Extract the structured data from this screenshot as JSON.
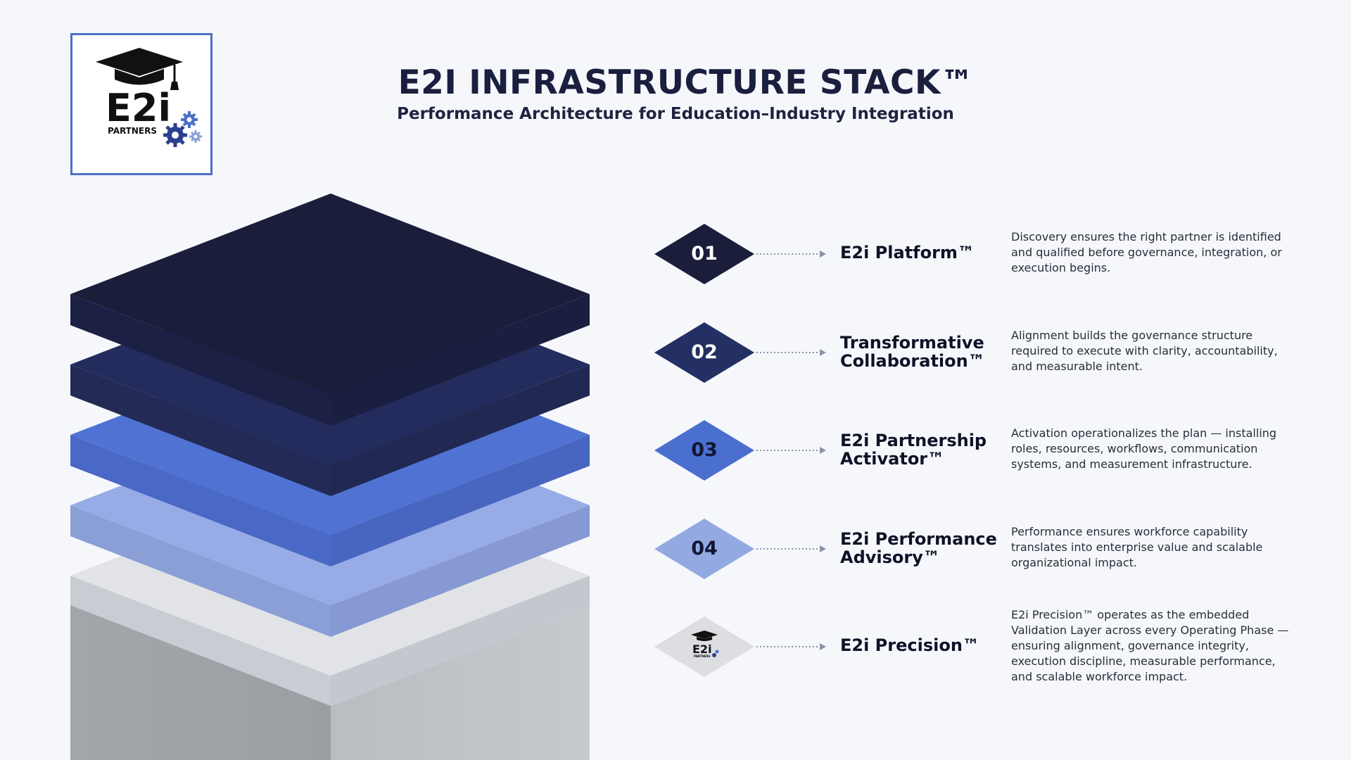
{
  "logo": {
    "wordmark": "E2i",
    "tagline": "PARTNERS",
    "icons": [
      "graduation-cap-icon",
      "gear-icon"
    ]
  },
  "header": {
    "title": "E2I INFRASTRUCTURE STACK™",
    "subtitle": "Performance Architecture for Education–Industry Integration"
  },
  "colors": {
    "layer1": "#1b1e3a",
    "layer2": "#232b5a",
    "layer3": "#4a6fcf",
    "layer4": "#93a9e2",
    "base": "#d6d9de",
    "accent_border": "#4a70c8"
  },
  "items": [
    {
      "number": "01",
      "title": "E2i Platform™",
      "description": "Discovery ensures the right partner is identified and qualified before governance, integration, or execution begins."
    },
    {
      "number": "02",
      "title": "Transformative Collaboration™",
      "description": "Alignment builds the governance structure required to execute with clarity, accountability, and measurable intent."
    },
    {
      "number": "03",
      "title": "E2i Partnership Activator™",
      "description": "Activation operationalizes the plan — installing roles, resources, workflows, communication systems, and measurement infrastructure."
    },
    {
      "number": "04",
      "title": "E2i Performance Advisory™",
      "description": "Performance ensures workforce capability translates into enterprise value and scalable organizational impact."
    },
    {
      "number": "",
      "title": "E2i Precision™",
      "description": "E2i Precision™ operates as the embedded Validation Layer across every Operating Phase — ensuring alignment, governance integrity, execution discipline, measurable performance, and scalable workforce impact."
    }
  ]
}
